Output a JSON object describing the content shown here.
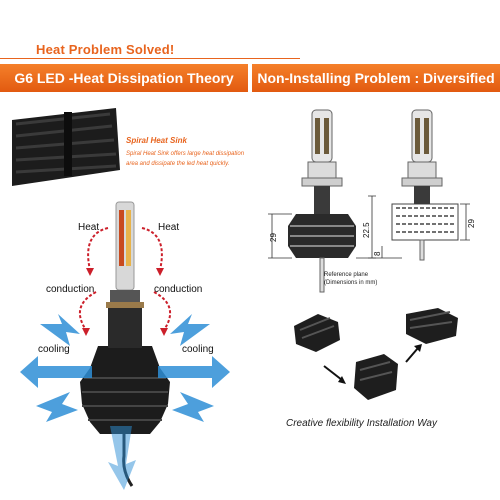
{
  "header": {
    "title": "Heat Problem Solved!"
  },
  "left_panel": {
    "banner": "G6 LED -Heat Dissipation Theory",
    "spiral": {
      "title": "Spiral Heat Sink",
      "description": "Spiral Heat Sink offers large heat dissipation area and dissipate the led heat quickly."
    },
    "labels": {
      "heat_left": "Heat",
      "heat_right": "Heat",
      "conduction_left": "conduction",
      "conduction_right": "conduction",
      "cooling_left": "cooling",
      "cooling_right": "cooling"
    }
  },
  "right_panel": {
    "banner": "Non-Installing Problem : Diversified",
    "dimensions": {
      "left_height": "29",
      "mid_a": "22.5",
      "mid_b": "8",
      "right_height": "29"
    },
    "reference": {
      "line1": "Reference plane",
      "line2": "(Dimensions in mm)"
    },
    "caption": "Creative flexibility Installation Way"
  },
  "colors": {
    "accent": "#e8641e",
    "banner": "#f0701e",
    "arrow_heat": "#cc1f2a",
    "arrow_cool": "#2e8fd6",
    "heat_sink": "#1c1c1c"
  }
}
